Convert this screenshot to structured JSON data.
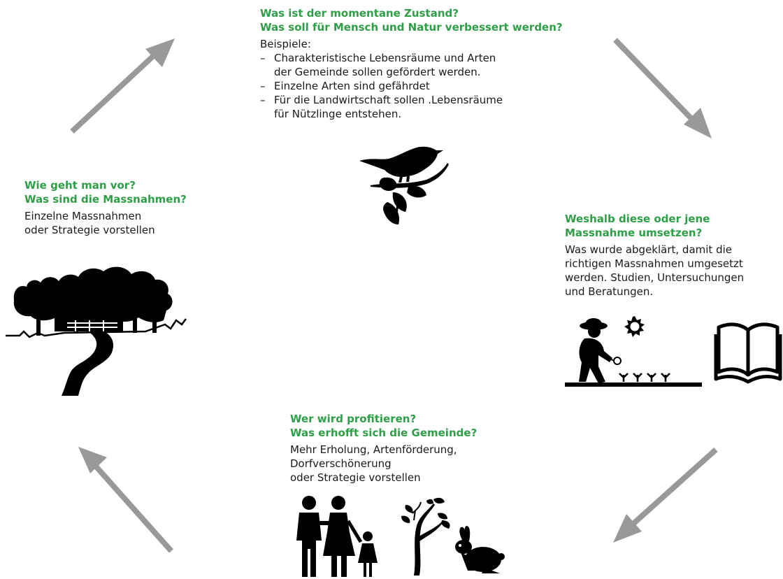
{
  "top": {
    "heading": [
      "Was ist der momentane Zustand?",
      "Was soll für Mensch und Natur verbessert werden?"
    ],
    "intro": "Beispiele:",
    "items": [
      [
        "Charakteristische Lebensräume und Arten",
        "der Gemeinde sollen gefördert werden."
      ],
      [
        "Einzelne Arten sind gefährdet"
      ],
      [
        "Für die Landwirtschaft sollen .Lebensräume",
        "für Nützlinge entstehen."
      ]
    ]
  },
  "right": {
    "heading": [
      "Weshalb diese oder jene",
      "Massnahme umsetzen?"
    ],
    "body": [
      "Was wurde abgeklärt, damit die",
      "richtigen Massnahmen umgesetzt",
      "werden. Studien, Untersuchungen",
      "und Beratungen."
    ]
  },
  "bottom": {
    "heading": [
      "Wer wird profitieren?",
      "Was erhofft sich die Gemeinde?"
    ],
    "body": [
      "Mehr Erholung, Artenförderung,",
      "Dorfverschönerung",
      "oder Strategie vorstellen"
    ]
  },
  "left": {
    "heading": [
      "Wie geht man vor?",
      "Was sind die Massnahmen?"
    ],
    "body": [
      "Einzelne Massnahmen",
      "oder Strategie vorstellen"
    ]
  },
  "colors": {
    "heading": "#2e9e47",
    "arrow": "#999999",
    "icon": "#000000"
  },
  "icons": [
    "bird-icon",
    "researcher-icon",
    "sun-icon",
    "book-icon",
    "family-icon",
    "sapling-icon",
    "rabbit-icon",
    "landscape-icon"
  ]
}
